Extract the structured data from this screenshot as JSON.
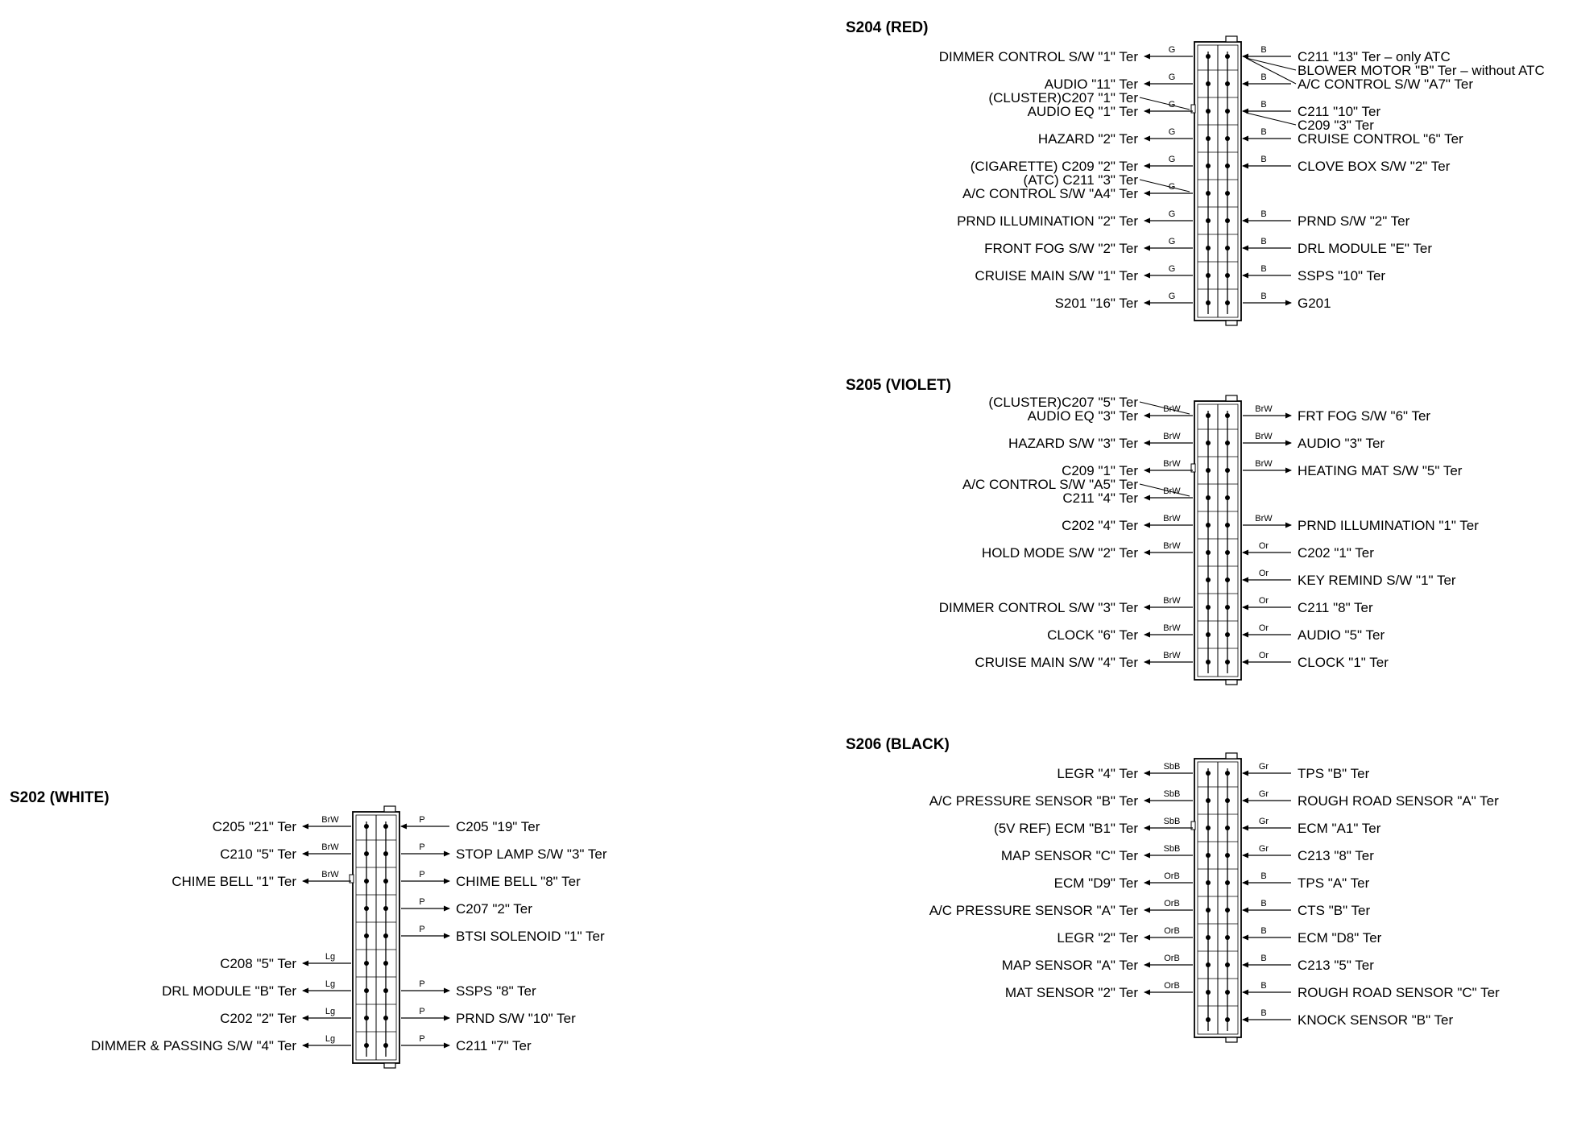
{
  "connectors": [
    {
      "id": "S204",
      "title": "S204 (RED)",
      "rows": [
        {
          "left": [
            {
              "text": "DIMMER CONTROL S/W \"1\" Ter"
            }
          ],
          "left_color": "G",
          "left_dir": "out",
          "right": [
            {
              "text": "C211 \"13\" Ter – only ATC"
            },
            {
              "text": "BLOWER MOTOR \"B\" Ter – without ATC"
            },
            {
              "text": "A/C CONTROL S/W \"A7\" Ter"
            }
          ],
          "right_color": "B",
          "right_dir": "in"
        },
        {
          "left": [
            {
              "text": "AUDIO \"11\" Ter"
            }
          ],
          "left_color": "G",
          "left_dir": "out",
          "right": [],
          "right_color": "B",
          "right_dir": "in"
        },
        {
          "left": [
            {
              "text": "(CLUSTER)C207 \"1\" Ter"
            },
            {
              "text": "AUDIO EQ \"1\" Ter"
            }
          ],
          "left_color": "G",
          "left_dir": "out",
          "right": [
            {
              "text": "C211 \"10\" Ter"
            },
            {
              "text": "C209 \"3\" Ter"
            }
          ],
          "right_color": "B",
          "right_dir": "in"
        },
        {
          "left": [
            {
              "text": "HAZARD \"2\" Ter"
            }
          ],
          "left_color": "G",
          "left_dir": "out",
          "right": [
            {
              "text": "CRUISE CONTROL \"6\" Ter"
            }
          ],
          "right_color": "B",
          "right_dir": "in"
        },
        {
          "left": [
            {
              "text": "(CIGARETTE) C209 \"2\" Ter"
            }
          ],
          "left_color": "G",
          "left_dir": "out",
          "right": [
            {
              "text": "CLOVE BOX S/W \"2\" Ter"
            }
          ],
          "right_color": "B",
          "right_dir": "in"
        },
        {
          "left": [
            {
              "text": "(ATC) C211 \"3\" Ter"
            },
            {
              "text": "A/C CONTROL S/W \"A4\" Ter"
            }
          ],
          "left_color": "G",
          "left_dir": "out",
          "right": [],
          "right_color": "",
          "right_dir": "none"
        },
        {
          "left": [
            {
              "text": "PRND ILLUMINATION \"2\" Ter"
            }
          ],
          "left_color": "G",
          "left_dir": "out",
          "right": [
            {
              "text": "PRND S/W \"2\" Ter"
            }
          ],
          "right_color": "B",
          "right_dir": "in"
        },
        {
          "left": [
            {
              "text": "FRONT FOG S/W \"2\" Ter"
            }
          ],
          "left_color": "G",
          "left_dir": "out",
          "right": [
            {
              "text": "DRL MODULE \"E\" Ter"
            }
          ],
          "right_color": "B",
          "right_dir": "in"
        },
        {
          "left": [
            {
              "text": "CRUISE MAIN S/W \"1\" Ter"
            }
          ],
          "left_color": "G",
          "left_dir": "out",
          "right": [
            {
              "text": "SSPS \"10\" Ter"
            }
          ],
          "right_color": "B",
          "right_dir": "in"
        },
        {
          "left": [
            {
              "text": "S201 \"16\" Ter"
            }
          ],
          "left_color": "G",
          "left_dir": "out",
          "right": [
            {
              "text": "G201"
            }
          ],
          "right_color": "B",
          "right_dir": "out"
        }
      ]
    },
    {
      "id": "S205",
      "title": "S205 (VIOLET)",
      "rows": [
        {
          "left": [
            {
              "text": "(CLUSTER)C207 \"5\" Ter"
            },
            {
              "text": "AUDIO EQ \"3\" Ter"
            }
          ],
          "left_color": "BrW",
          "left_dir": "out",
          "right": [
            {
              "text": "FRT FOG S/W \"6\" Ter"
            }
          ],
          "right_color": "BrW",
          "right_dir": "out"
        },
        {
          "left": [
            {
              "text": "HAZARD S/W \"3\" Ter"
            }
          ],
          "left_color": "BrW",
          "left_dir": "out",
          "right": [
            {
              "text": "AUDIO \"3\" Ter"
            }
          ],
          "right_color": "BrW",
          "right_dir": "out"
        },
        {
          "left": [
            {
              "text": "C209 \"1\" Ter"
            }
          ],
          "left_color": "BrW",
          "left_dir": "out",
          "right": [
            {
              "text": "HEATING MAT S/W \"5\" Ter"
            }
          ],
          "right_color": "BrW",
          "right_dir": "out"
        },
        {
          "left": [
            {
              "text": "A/C CONTROL S/W \"A5\" Ter"
            },
            {
              "text": "C211 \"4\" Ter"
            }
          ],
          "left_color": "BrW",
          "left_dir": "out",
          "right": [],
          "right_color": "",
          "right_dir": "none"
        },
        {
          "left": [
            {
              "text": "C202 \"4\" Ter"
            }
          ],
          "left_color": "BrW",
          "left_dir": "out",
          "right": [
            {
              "text": "PRND ILLUMINATION \"1\" Ter"
            }
          ],
          "right_color": "BrW",
          "right_dir": "out"
        },
        {
          "left": [
            {
              "text": "HOLD MODE S/W \"2\" Ter"
            }
          ],
          "left_color": "BrW",
          "left_dir": "out",
          "right": [
            {
              "text": "C202 \"1\" Ter"
            }
          ],
          "right_color": "Or",
          "right_dir": "in"
        },
        {
          "left": [],
          "left_color": "",
          "left_dir": "none",
          "right": [
            {
              "text": "KEY REMIND S/W \"1\" Ter"
            }
          ],
          "right_color": "Or",
          "right_dir": "in"
        },
        {
          "left": [
            {
              "text": "DIMMER CONTROL S/W \"3\" Ter"
            }
          ],
          "left_color": "BrW",
          "left_dir": "out",
          "right": [
            {
              "text": "C211 \"8\" Ter"
            }
          ],
          "right_color": "Or",
          "right_dir": "in"
        },
        {
          "left": [
            {
              "text": "CLOCK \"6\" Ter"
            }
          ],
          "left_color": "BrW",
          "left_dir": "out",
          "right": [
            {
              "text": "AUDIO \"5\" Ter"
            }
          ],
          "right_color": "Or",
          "right_dir": "in"
        },
        {
          "left": [
            {
              "text": "CRUISE MAIN S/W \"4\" Ter"
            }
          ],
          "left_color": "BrW",
          "left_dir": "out",
          "right": [
            {
              "text": "CLOCK \"1\" Ter"
            }
          ],
          "right_color": "Or",
          "right_dir": "in"
        }
      ]
    },
    {
      "id": "S206",
      "title": "S206 (BLACK)",
      "rows": [
        {
          "left": [
            {
              "text": "LEGR \"4\" Ter"
            }
          ],
          "left_color": "SbB",
          "left_dir": "out",
          "right": [
            {
              "text": "TPS \"B\" Ter"
            }
          ],
          "right_color": "Gr",
          "right_dir": "in"
        },
        {
          "left": [
            {
              "text": "A/C PRESSURE SENSOR \"B\" Ter"
            }
          ],
          "left_color": "SbB",
          "left_dir": "out",
          "right": [
            {
              "text": "ROUGH ROAD SENSOR \"A\" Ter"
            }
          ],
          "right_color": "Gr",
          "right_dir": "in"
        },
        {
          "left": [
            {
              "text": "(5V REF) ECM \"B1\" Ter"
            }
          ],
          "left_color": "SbB",
          "left_dir": "out",
          "right": [
            {
              "text": "ECM \"A1\" Ter"
            }
          ],
          "right_color": "Gr",
          "right_dir": "in"
        },
        {
          "left": [
            {
              "text": "MAP SENSOR \"C\" Ter"
            }
          ],
          "left_color": "SbB",
          "left_dir": "out",
          "right": [
            {
              "text": "C213 \"8\" Ter"
            }
          ],
          "right_color": "Gr",
          "right_dir": "in"
        },
        {
          "left": [
            {
              "text": "ECM \"D9\" Ter"
            }
          ],
          "left_color": "OrB",
          "left_dir": "out",
          "right": [
            {
              "text": "TPS \"A\" Ter"
            }
          ],
          "right_color": "B",
          "right_dir": "in"
        },
        {
          "left": [
            {
              "text": "A/C PRESSURE SENSOR \"A\" Ter"
            }
          ],
          "left_color": "OrB",
          "left_dir": "out",
          "right": [
            {
              "text": "CTS \"B\" Ter"
            }
          ],
          "right_color": "B",
          "right_dir": "in"
        },
        {
          "left": [
            {
              "text": "LEGR \"2\" Ter"
            }
          ],
          "left_color": "OrB",
          "left_dir": "out",
          "right": [
            {
              "text": "ECM \"D8\" Ter"
            }
          ],
          "right_color": "B",
          "right_dir": "in"
        },
        {
          "left": [
            {
              "text": "MAP SENSOR \"A\" Ter"
            }
          ],
          "left_color": "OrB",
          "left_dir": "out",
          "right": [
            {
              "text": "C213 \"5\" Ter"
            }
          ],
          "right_color": "B",
          "right_dir": "in"
        },
        {
          "left": [
            {
              "text": "MAT SENSOR \"2\" Ter"
            }
          ],
          "left_color": "OrB",
          "left_dir": "out",
          "right": [
            {
              "text": "ROUGH ROAD SENSOR \"C\" Ter"
            }
          ],
          "right_color": "B",
          "right_dir": "in"
        },
        {
          "left": [],
          "left_color": "",
          "left_dir": "none",
          "right": [
            {
              "text": "KNOCK SENSOR \"B\" Ter"
            }
          ],
          "right_color": "B",
          "right_dir": "in"
        }
      ]
    },
    {
      "id": "S202",
      "title": "S202 (WHITE)",
      "rows": [
        {
          "left": [
            {
              "text": "C205 \"21\" Ter"
            }
          ],
          "left_color": "BrW",
          "left_dir": "out",
          "right": [
            {
              "text": "C205 \"19\" Ter"
            }
          ],
          "right_color": "P",
          "right_dir": "in"
        },
        {
          "left": [
            {
              "text": "C210 \"5\" Ter"
            }
          ],
          "left_color": "BrW",
          "left_dir": "out",
          "right": [
            {
              "text": "STOP LAMP S/W \"3\" Ter"
            }
          ],
          "right_color": "P",
          "right_dir": "out"
        },
        {
          "left": [
            {
              "text": "CHIME BELL \"1\" Ter"
            }
          ],
          "left_color": "BrW",
          "left_dir": "out",
          "right": [
            {
              "text": "CHIME BELL \"8\" Ter"
            }
          ],
          "right_color": "P",
          "right_dir": "out"
        },
        {
          "left": [],
          "left_color": "",
          "left_dir": "none",
          "right": [
            {
              "text": "C207 \"2\" Ter"
            }
          ],
          "right_color": "P",
          "right_dir": "out"
        },
        {
          "left": [],
          "left_color": "",
          "left_dir": "none",
          "right": [
            {
              "text": "BTSI SOLENOID \"1\" Ter"
            }
          ],
          "right_color": "P",
          "right_dir": "out"
        },
        {
          "left": [
            {
              "text": "C208 \"5\" Ter"
            }
          ],
          "left_color": "Lg",
          "left_dir": "out",
          "right": [],
          "right_color": "",
          "right_dir": "none"
        },
        {
          "left": [
            {
              "text": "DRL MODULE \"B\" Ter"
            }
          ],
          "left_color": "Lg",
          "left_dir": "out",
          "right": [
            {
              "text": "SSPS \"8\" Ter"
            }
          ],
          "right_color": "P",
          "right_dir": "out"
        },
        {
          "left": [
            {
              "text": "C202 \"2\" Ter"
            }
          ],
          "left_color": "Lg",
          "left_dir": "out",
          "right": [
            {
              "text": "PRND S/W \"10\" Ter"
            }
          ],
          "right_color": "P",
          "right_dir": "out"
        },
        {
          "left": [
            {
              "text": "DIMMER & PASSING S/W \"4\" Ter"
            }
          ],
          "left_color": "Lg",
          "left_dir": "out",
          "right": [
            {
              "text": "C211 \"7\" Ter"
            }
          ],
          "right_color": "P",
          "right_dir": "out"
        }
      ]
    }
  ]
}
